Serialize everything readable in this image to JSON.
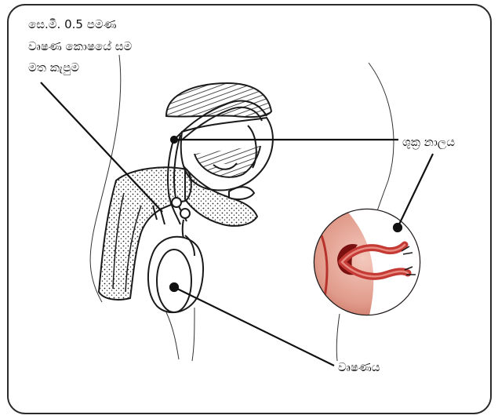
{
  "labels": {
    "incision": [
      "සෙ.මී. 0.5 පමණ",
      "වෘෂණ කොෂයේ සම",
      "මත කැපුම"
    ],
    "vas_deferens": "ශුක්‍ර නාලය",
    "testis": "වෘෂණය"
  },
  "colors": {
    "outline": "#1a1a1a",
    "frame": "#2b2b2b",
    "tissue_red": "#b8322c",
    "tissue_pink": "#e8a59a",
    "tube_red": "#c43a35"
  }
}
